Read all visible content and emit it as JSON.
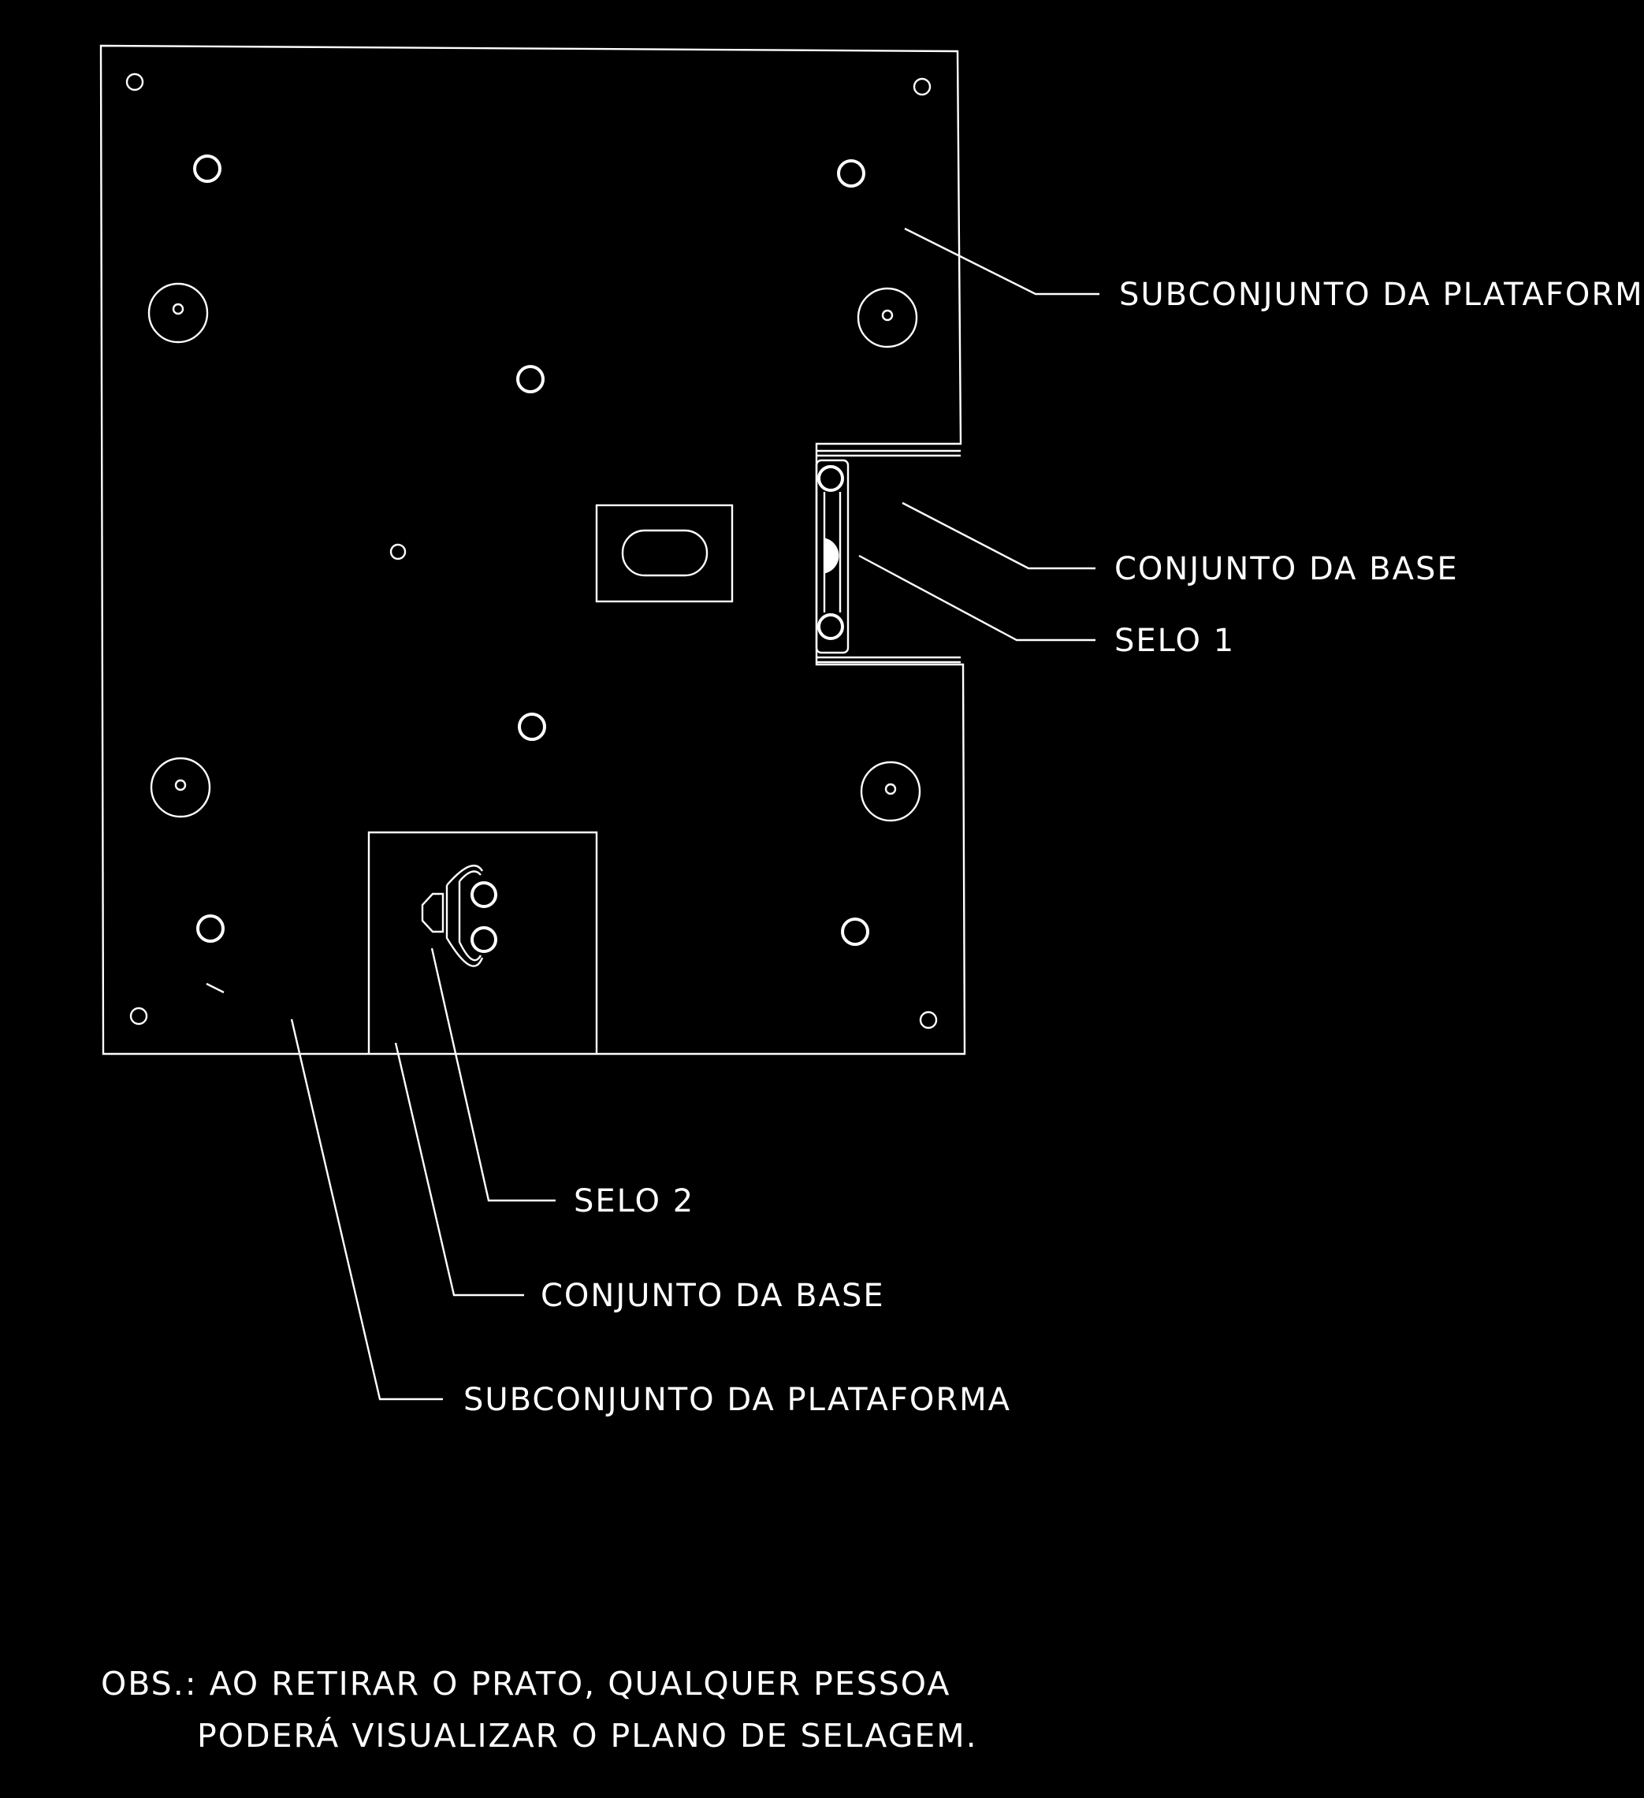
{
  "labels": {
    "top_right_platform": "SUBCONJUNTO DA PLATAFORMA",
    "right_base": "CONJUNTO DA BASE",
    "seal_1": "SELO 1",
    "seal_2": "SELO 2",
    "bottom_base": "CONJUNTO DA BASE",
    "bottom_platform": "SUBCONJUNTO DA PLATAFORMA"
  },
  "note": {
    "line1": "OBS.: AO RETIRAR O PRATO, QUALQUER PESSOA",
    "line2": "PODERÁ VISUALIZAR O PLANO DE SELAGEM."
  },
  "colors": {
    "background": "#000000",
    "line": "#ffffff"
  }
}
